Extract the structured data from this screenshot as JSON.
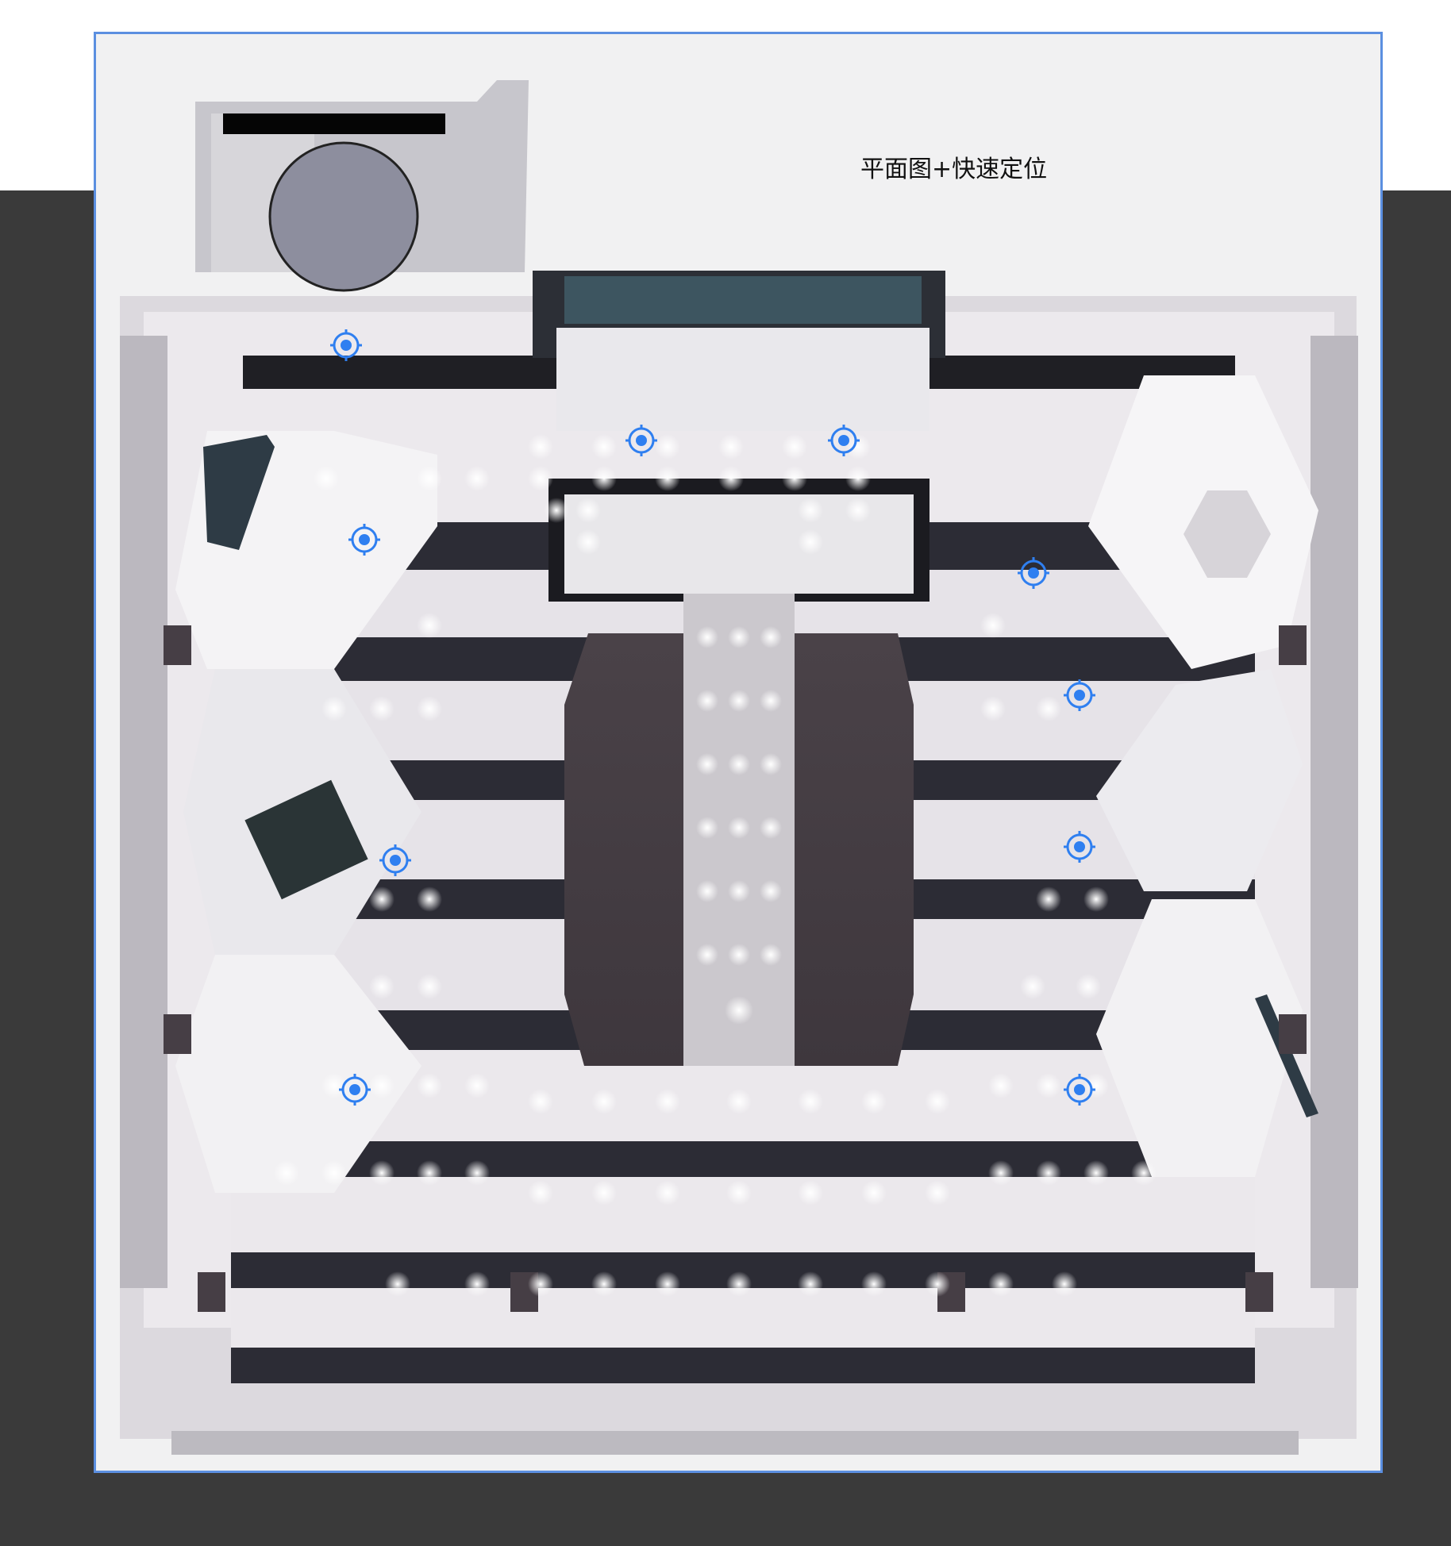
{
  "panel": {
    "title": "平面图+快速定位"
  },
  "hotspots": [
    {
      "id": "hotspot-1"
    },
    {
      "id": "hotspot-2"
    },
    {
      "id": "hotspot-3"
    },
    {
      "id": "hotspot-4"
    },
    {
      "id": "hotspot-5"
    },
    {
      "id": "hotspot-6"
    },
    {
      "id": "hotspot-7"
    },
    {
      "id": "hotspot-8"
    },
    {
      "id": "hotspot-9"
    },
    {
      "id": "hotspot-10"
    },
    {
      "id": "hotspot-11"
    }
  ],
  "colors": {
    "accent": "#2f7ff0",
    "panel_border": "#5b8fe0",
    "backdrop": "#3a3a3a"
  }
}
